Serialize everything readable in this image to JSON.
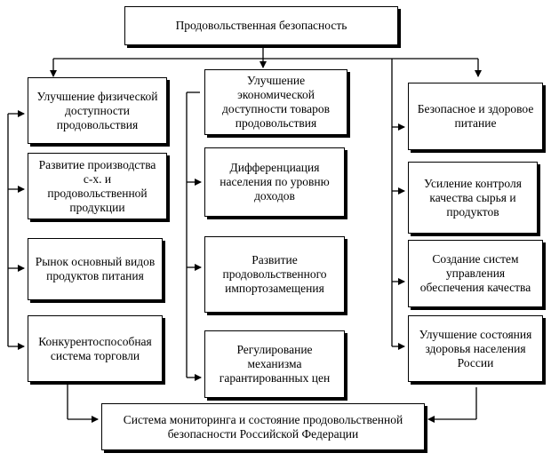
{
  "top": "Продовольственная безопасность",
  "left_column": {
    "header": "Улучшение физической доступности продовольствия",
    "items": [
      "Развитие производства с-х. и продовольственной продукции",
      "Рынок основный видов продуктов питания",
      "Конкурентоспособная система торговли"
    ]
  },
  "middle_column": {
    "header": "Улучшение экономической доступности товаров продовольствия",
    "items": [
      "Дифференциация населения по уровню доходов",
      "Развитие продовольственного импортозамещения",
      "Регулирование механизма гарантированных цен"
    ]
  },
  "right_column": {
    "header": "Безопасное и здоровое питание",
    "items": [
      "Усиление контроля качества сырья и продуктов",
      "Создание систем управления обеспечения качества",
      "Улучшение состояния здоровья населения России"
    ]
  },
  "bottom": "Система мониторинга и состояние продовольственной безопасности Российской Федерации"
}
